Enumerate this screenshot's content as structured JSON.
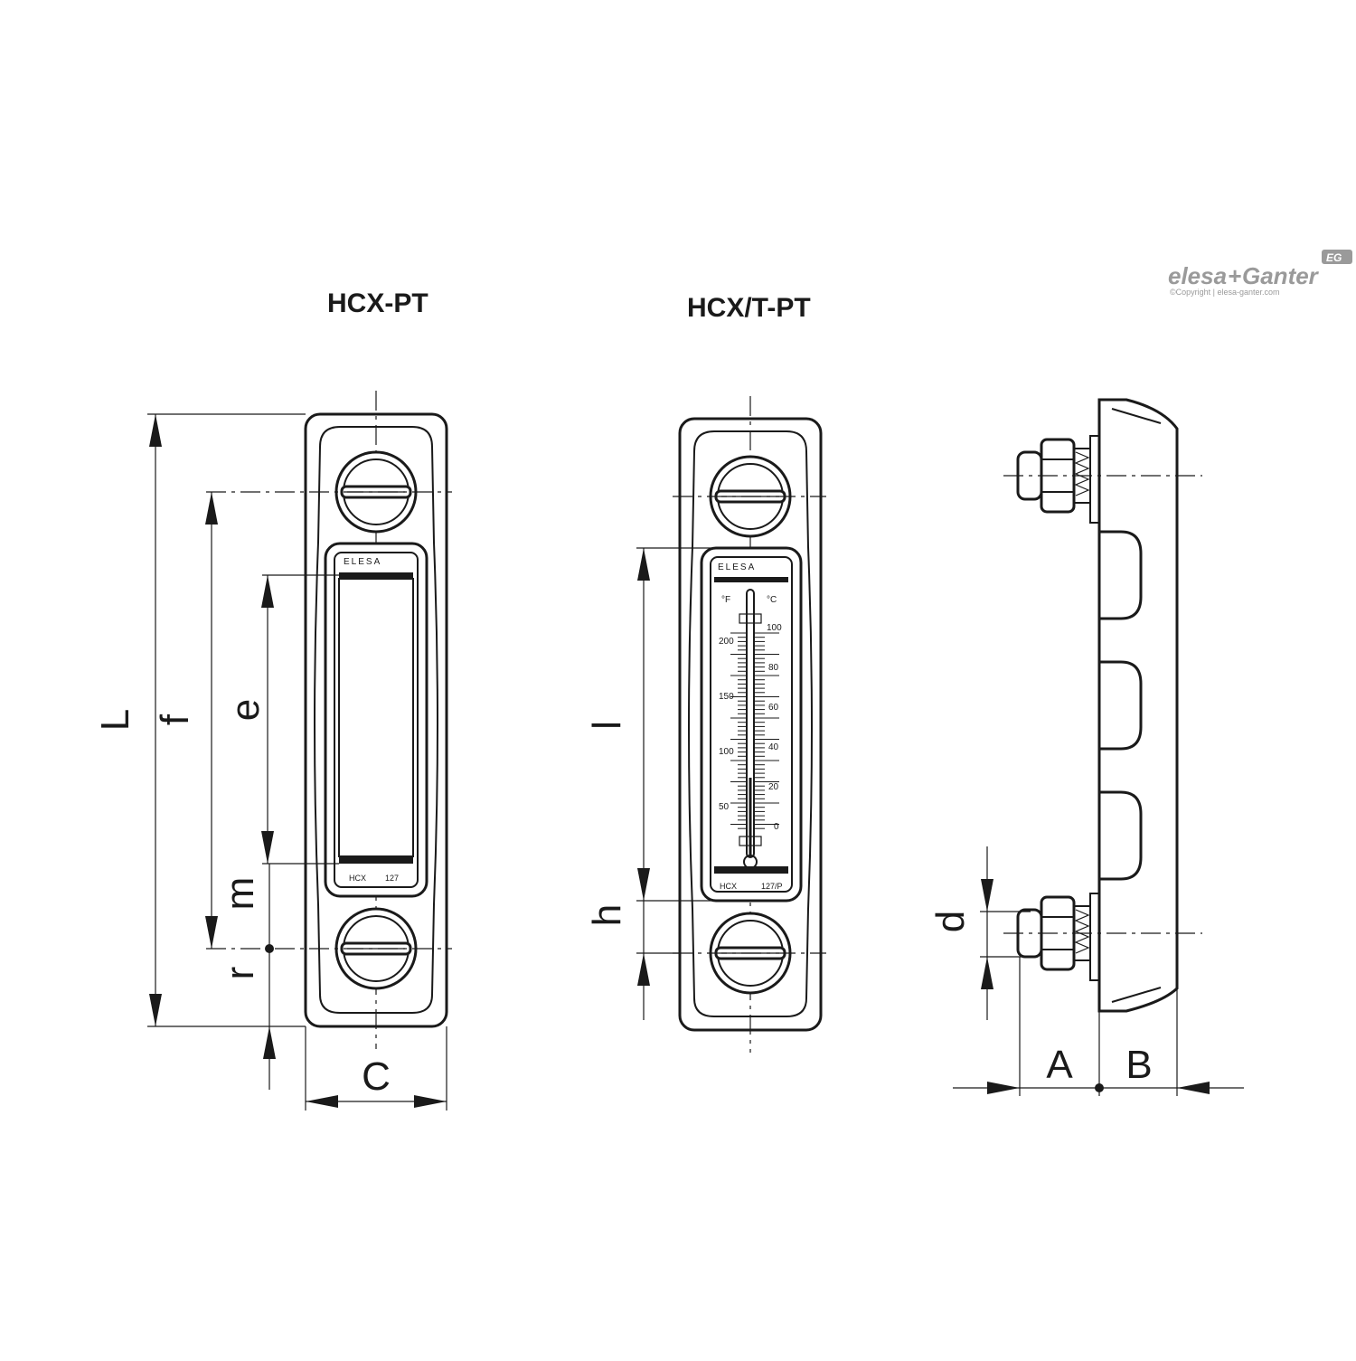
{
  "titles": {
    "left": "HCX-PT",
    "middle": "HCX/T-PT"
  },
  "logo": {
    "brand_left": "elesa",
    "brand_plus": "+",
    "brand_right": "Ganter",
    "badge": "EG",
    "copyright": "©Copyright | elesa-ganter.com"
  },
  "gauge_left": {
    "brand": "ELESA",
    "model": "HCX",
    "size": "127"
  },
  "gauge_middle": {
    "brand": "ELESA",
    "model": "HCX",
    "size": "127/P",
    "unit_left": "°F",
    "unit_right": "°C",
    "scale_f": [
      "200",
      "150",
      "100",
      "50"
    ],
    "scale_c": [
      "100",
      "80",
      "60",
      "40",
      "20",
      "0"
    ]
  },
  "dimensions": {
    "L": "L",
    "f": "f",
    "e": "e",
    "m": "m",
    "r": "r",
    "C": "C",
    "l": "l",
    "h": "h",
    "d": "d",
    "A": "A",
    "B": "B"
  }
}
